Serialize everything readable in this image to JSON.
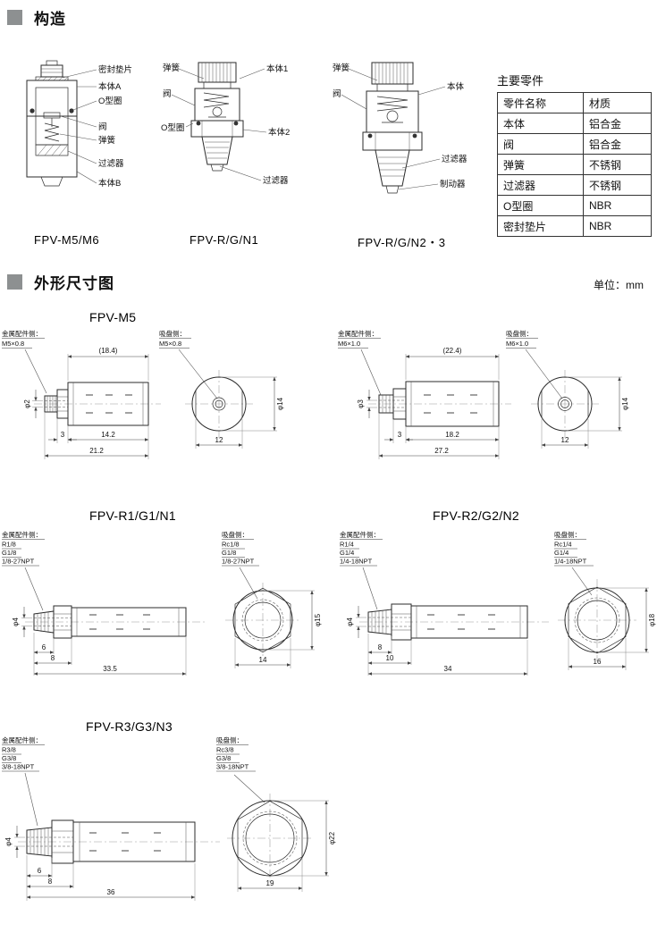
{
  "page": {
    "section_structure": "构造",
    "section_dimensions": "外形尺寸图",
    "unit_note": "单位：mm"
  },
  "structure": {
    "diagrams": [
      {
        "caption": "FPV-M5/M6",
        "labels": {
          "seal": "密封垫片",
          "body_a": "本体A",
          "oring": "O型圈",
          "valve": "阀",
          "spring": "弹簧",
          "filter": "过滤器",
          "body_b": "本体B"
        }
      },
      {
        "caption": "FPV-R/G/N1",
        "labels": {
          "spring": "弹簧",
          "valve": "阀",
          "oring": "O型圈",
          "body1": "本体1",
          "body2": "本体2",
          "filter": "过滤器"
        }
      },
      {
        "caption": "FPV-R/G/N2・3",
        "labels": {
          "spring": "弹簧",
          "valve": "阀",
          "body": "本体",
          "filter": "过滤器",
          "stopper": "制动器"
        }
      }
    ],
    "parts_table": {
      "title": "主要零件",
      "headers": [
        "零件名称",
        "材质"
      ],
      "rows": [
        [
          "本体",
          "铝合金"
        ],
        [
          "阀",
          "铝合金"
        ],
        [
          "弹簧",
          "不锈钢"
        ],
        [
          "过滤器",
          "不锈钢"
        ],
        [
          "O型圈",
          "NBR"
        ],
        [
          "密封垫片",
          "NBR"
        ]
      ]
    }
  },
  "dims": {
    "fitting_side_label": "金属配件侧：",
    "pad_side_label": "吸盘侧：",
    "m5": {
      "title": "FPV-M5",
      "fitting": [
        "M5×0.8"
      ],
      "pad": [
        "M5×0.8"
      ],
      "top": "(18.4)",
      "bore": "φ2",
      "a": "3",
      "b": "14.2",
      "total": "21.2",
      "width": "12",
      "dia": "φ14"
    },
    "m6": {
      "fitting": [
        "M6×1.0"
      ],
      "pad": [
        "M6×1.0"
      ],
      "top": "(22.4)",
      "bore": "φ3",
      "a": "3",
      "b": "18.2",
      "total": "27.2",
      "width": "12",
      "dia": "φ14"
    },
    "r1": {
      "title": "FPV-R1/G1/N1",
      "fitting": [
        "R1/8",
        "G1/8",
        "1/8-27NPT"
      ],
      "pad": [
        "Rc1/8",
        "G1/8",
        "1/8-27NPT"
      ],
      "bore": "φ4",
      "a": "6",
      "b": "8",
      "total": "33.5",
      "width": "14",
      "dia": "φ15"
    },
    "r2": {
      "title": "FPV-R2/G2/N2",
      "fitting": [
        "R1/4",
        "G1/4",
        "1/4-18NPT"
      ],
      "pad": [
        "Rc1/4",
        "G1/4",
        "1/4-18NPT"
      ],
      "bore": "φ4",
      "a": "8",
      "b": "10",
      "total": "34",
      "width": "16",
      "dia": "φ18"
    },
    "r3": {
      "title": "FPV-R3/G3/N3",
      "fitting": [
        "R3/8",
        "G3/8",
        "3/8-18NPT"
      ],
      "pad": [
        "Rc3/8",
        "G3/8",
        "3/8-18NPT"
      ],
      "bore": "φ4",
      "a": "6",
      "b": "8",
      "total": "36",
      "width": "19",
      "dia": "φ22"
    }
  }
}
